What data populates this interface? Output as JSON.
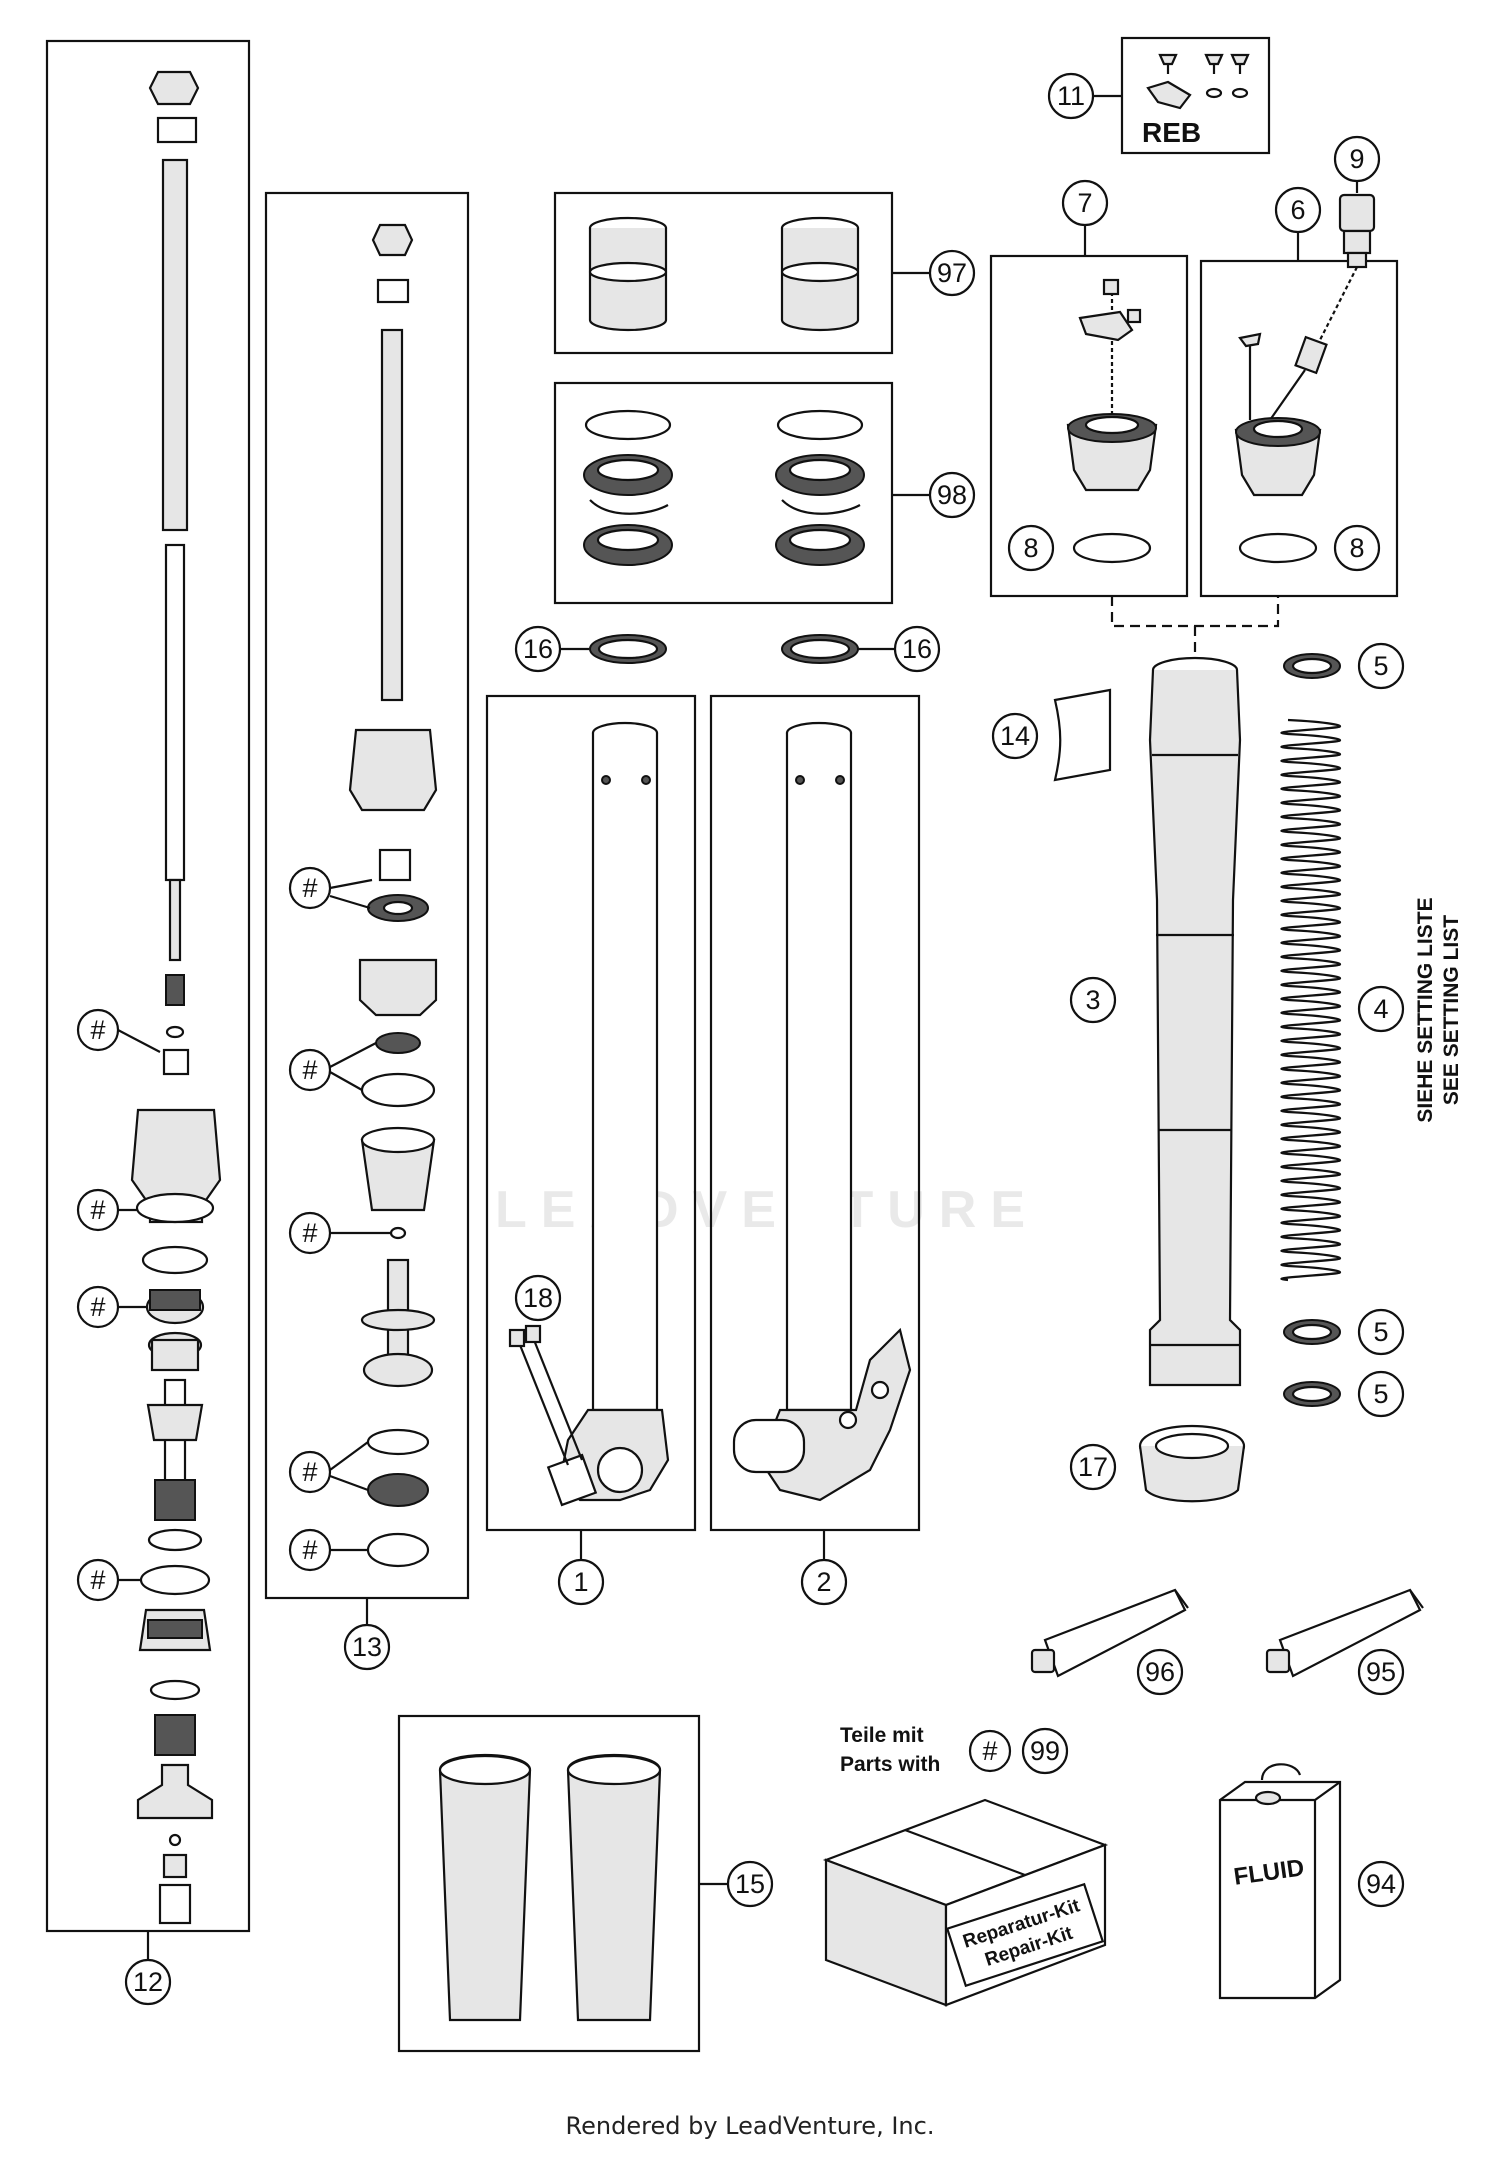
{
  "callouts": {
    "c1": "1",
    "c2": "2",
    "c3": "3",
    "c4": "4",
    "c5a": "5",
    "c5b": "5",
    "c5c": "5",
    "c6": "6",
    "c7": "7",
    "c8a": "8",
    "c8b": "8",
    "c9": "9",
    "c11": "11",
    "c12": "12",
    "c13": "13",
    "c14": "14",
    "c15": "15",
    "c16a": "16",
    "c16b": "16",
    "c17": "17",
    "c18": "18",
    "c94": "94",
    "c95": "95",
    "c96": "96",
    "c97": "97",
    "c98": "98",
    "c99": "99",
    "hash": "#"
  },
  "labels": {
    "reb": "REB",
    "setting_de": "SIEHE SETTING LISTE",
    "setting_en": "SEE SETTING LIST",
    "parts_de": "Teile mit",
    "parts_en": "Parts with",
    "kit_de": "Reparatur-Kit",
    "kit_en": "Repair-Kit",
    "fluid": "FLUID",
    "watermark": "LEADVENTURE"
  },
  "footer": "Rendered by LeadVenture, Inc."
}
